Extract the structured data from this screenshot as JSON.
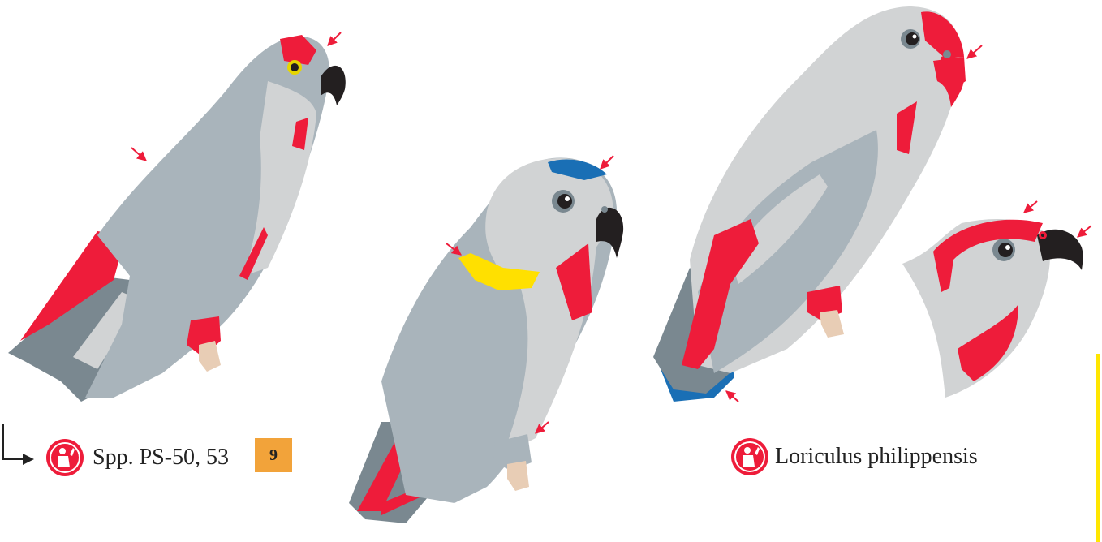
{
  "colors": {
    "grey_body": "#a9b4bb",
    "grey_light": "#d1d3d4",
    "grey_dark": "#7a8890",
    "red": "#ee1c3a",
    "blue": "#1a6fb5",
    "yellow": "#ffe000",
    "beak": "#231f20",
    "foot": "#e8cdb5",
    "badge": "#f2a33a",
    "eye_ring_yellow": "#e6d500"
  },
  "captions": {
    "group_1": "Spp. PS-50, 53",
    "group_1_badge": "9",
    "group_2": "Loriculus philippensis"
  },
  "icons": [
    "perching-bird-icon",
    "perching-bird-icon"
  ]
}
